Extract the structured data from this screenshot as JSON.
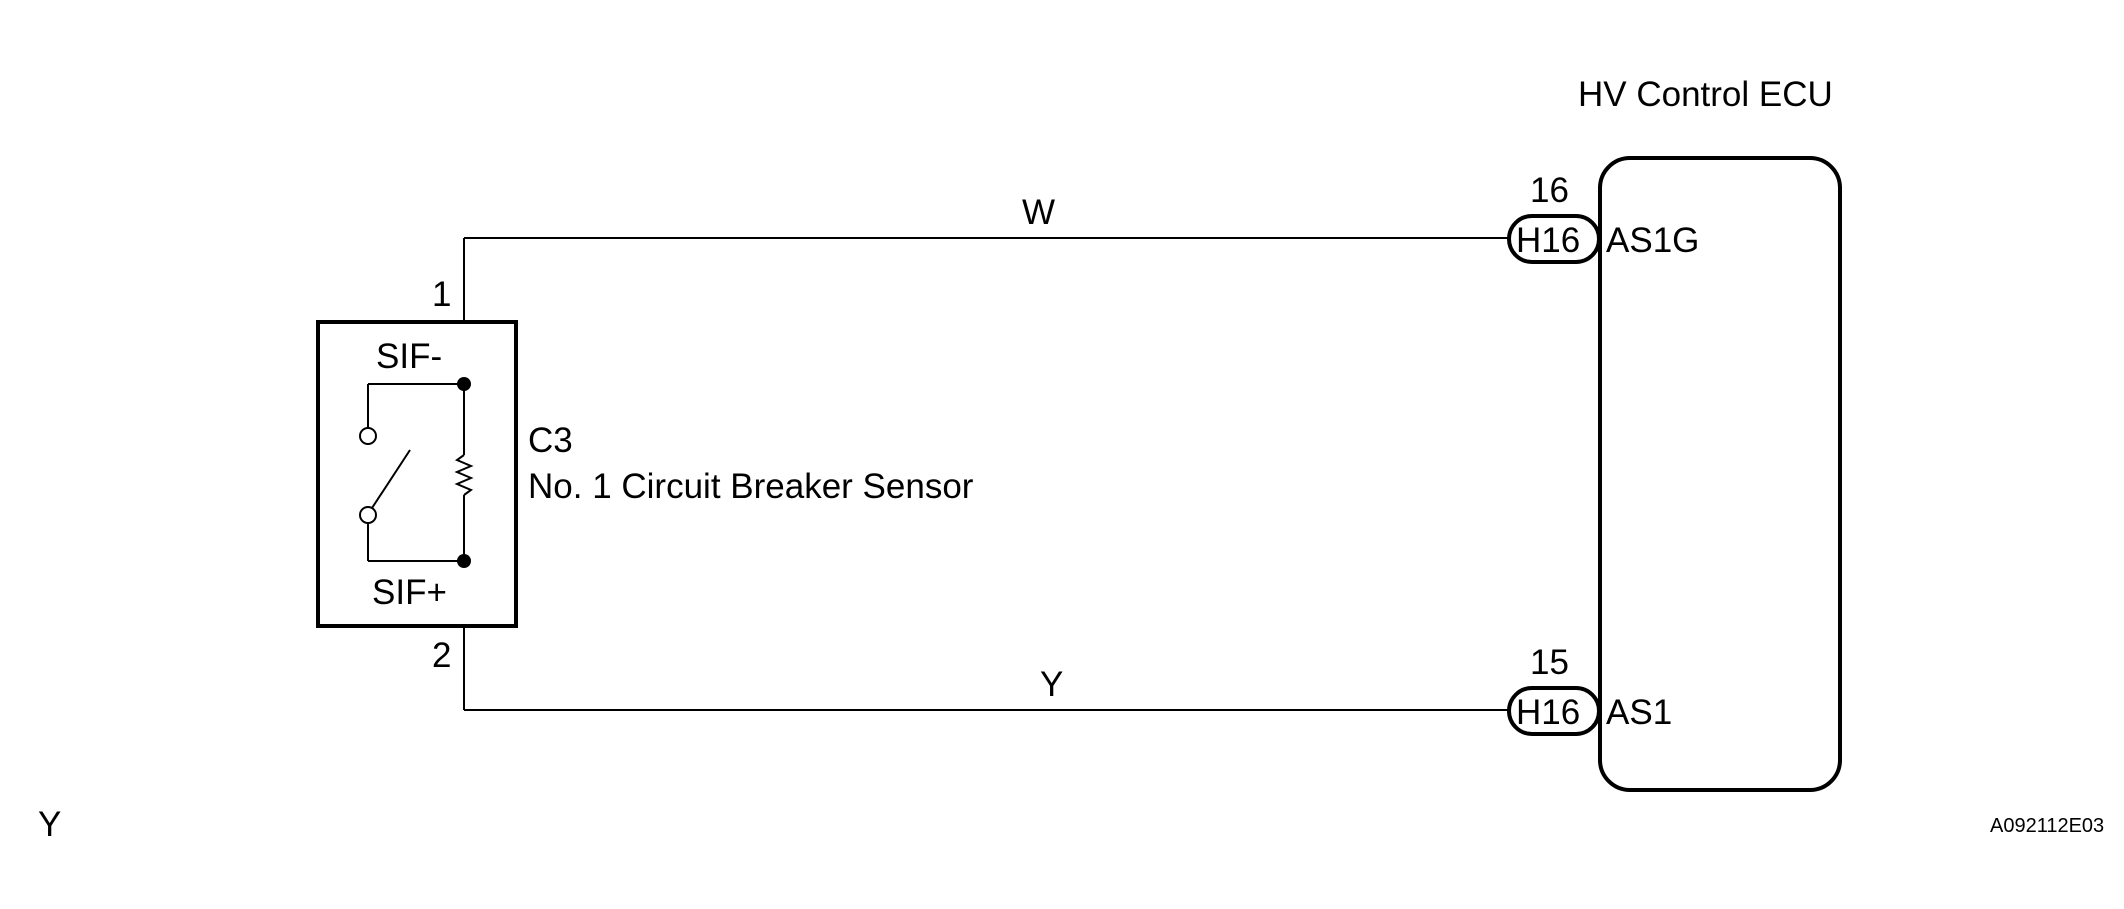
{
  "ecu": {
    "title": "HV Control ECU"
  },
  "sensor": {
    "code": "C3",
    "name": "No. 1 Circuit Breaker Sensor",
    "terminal_top": "SIF-",
    "terminal_bottom": "SIF+",
    "pin_top": "1",
    "pin_bottom": "2"
  },
  "wires": [
    {
      "color_code": "W",
      "connector": "H16",
      "pin": "16",
      "terminal": "AS1G"
    },
    {
      "color_code": "Y",
      "connector": "H16",
      "pin": "15",
      "terminal": "AS1"
    }
  ],
  "footer": {
    "left_note": "Y",
    "figure_code": "A092112E03"
  }
}
